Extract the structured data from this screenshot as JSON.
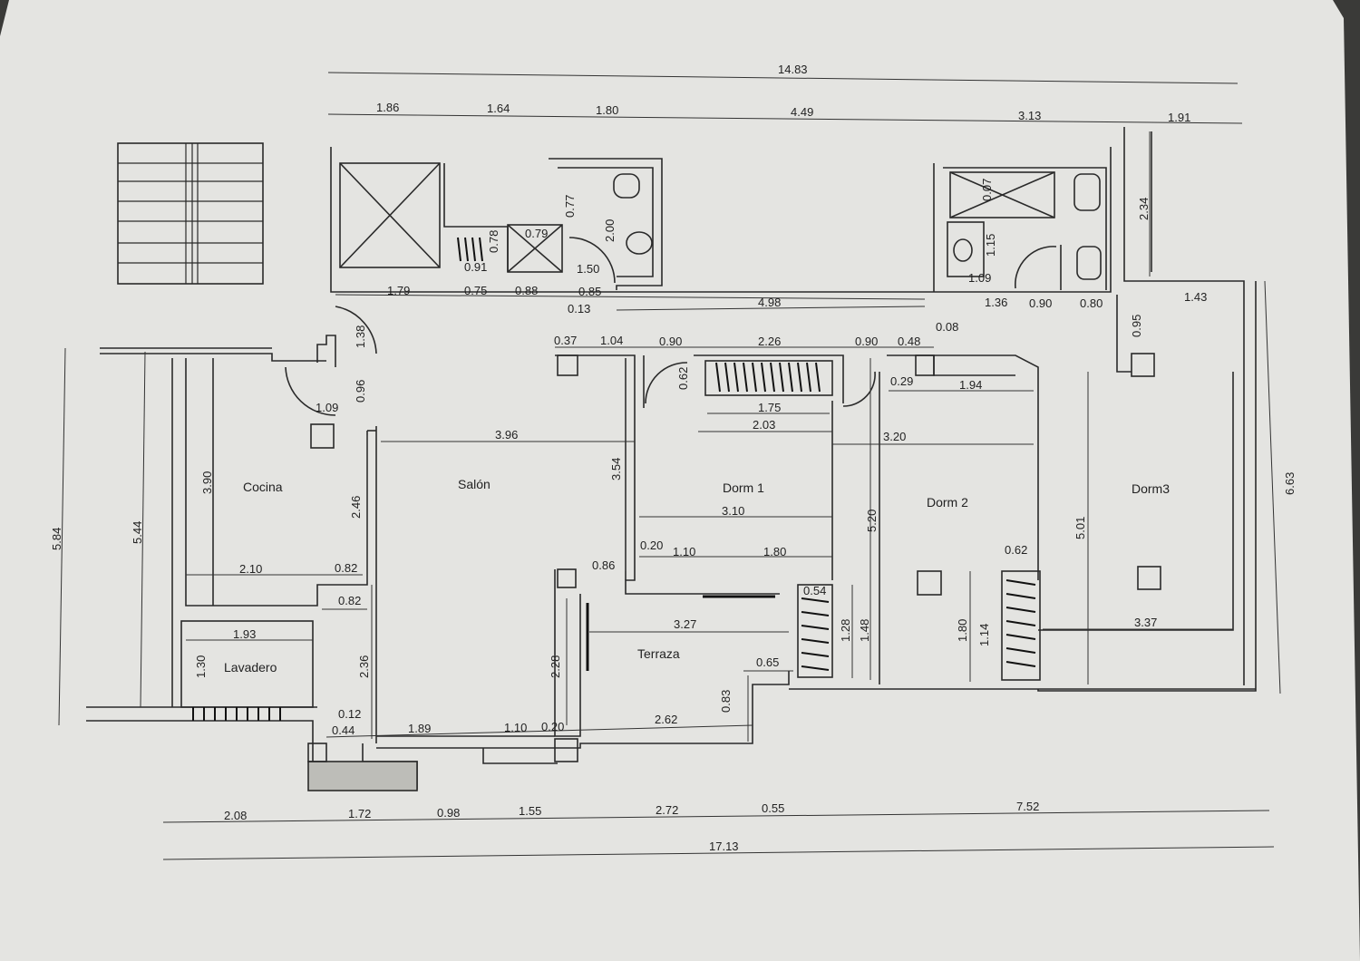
{
  "rooms": {
    "cocina": "Cocina",
    "salon": "Salón",
    "dorm1": "Dorm 1",
    "dorm2": "Dorm 2",
    "dorm3": "Dorm3",
    "lavadero": "Lavadero",
    "terraza": "Terraza"
  },
  "dims": {
    "top_total": "14.83",
    "top_a": "1.86",
    "top_b": "1.64",
    "top_c": "1.80",
    "top_d": "4.49",
    "top_e": "3.13",
    "top_f": "1.91",
    "r_234": "2.34",
    "r_663": "6.63",
    "r_095": "0.95",
    "r_143": "1.43",
    "b_077": "0.77",
    "b_200": "2.00",
    "b_150": "1.50",
    "b_078": "0.78",
    "b_079": "0.79",
    "b_091": "0.91",
    "s_179": "1.79",
    "s_075": "0.75",
    "s_088": "0.88",
    "s_085": "0.85",
    "s_013": "0.13",
    "s_498": "4.98",
    "s_136": "1.36",
    "s_090": "0.90",
    "s_080": "0.80",
    "s_008": "0.08",
    "s_007": "0.07",
    "s_115": "1.15",
    "s_109": "1.09",
    "c_037": "0.37",
    "c_104": "1.04",
    "c_090a": "0.90",
    "c_226": "2.26",
    "c_090b": "0.90",
    "c_048": "0.48",
    "c_062": "0.62",
    "c_175": "1.75",
    "c_203": "2.03",
    "c_029": "0.29",
    "c_194": "1.94",
    "c_320": "3.20",
    "l_138": "1.38",
    "l_096": "0.96",
    "l_109": "1.09",
    "l_396": "3.96",
    "l_354": "3.54",
    "l_584": "5.84",
    "l_544": "5.44",
    "l_390": "3.90",
    "l_246": "2.46",
    "m_310": "3.10",
    "m_020": "0.20",
    "m_110": "1.10",
    "m_180": "1.80",
    "m_520": "5.20",
    "m_501": "5.01",
    "m_062": "0.62",
    "k_210": "2.10",
    "k_082a": "0.82",
    "k_082b": "0.82",
    "k_193": "1.93",
    "k_130": "1.30",
    "k_236": "2.36",
    "k_086": "0.86",
    "t_327": "3.27",
    "t_228": "2.28",
    "t_054": "0.54",
    "t_128": "1.28",
    "t_148": "1.48",
    "t_065": "0.65",
    "t_180": "1.80",
    "t_114": "1.14",
    "t_337": "3.37",
    "t_083": "0.83",
    "u_012": "0.12",
    "u_044": "0.44",
    "u_189": "1.89",
    "u_110": "1.10",
    "u_020": "0.20",
    "u_262": "2.62",
    "bot_a": "2.08",
    "bot_b": "1.72",
    "bot_c": "0.98",
    "bot_d": "1.55",
    "bot_e": "2.72",
    "bot_f": "0.55",
    "bot_g": "7.52",
    "bot_total": "17.13"
  },
  "colors": {
    "paper": "#e6e6e3",
    "ink": "#2a2a2a",
    "shadow": "#3a3a38"
  }
}
